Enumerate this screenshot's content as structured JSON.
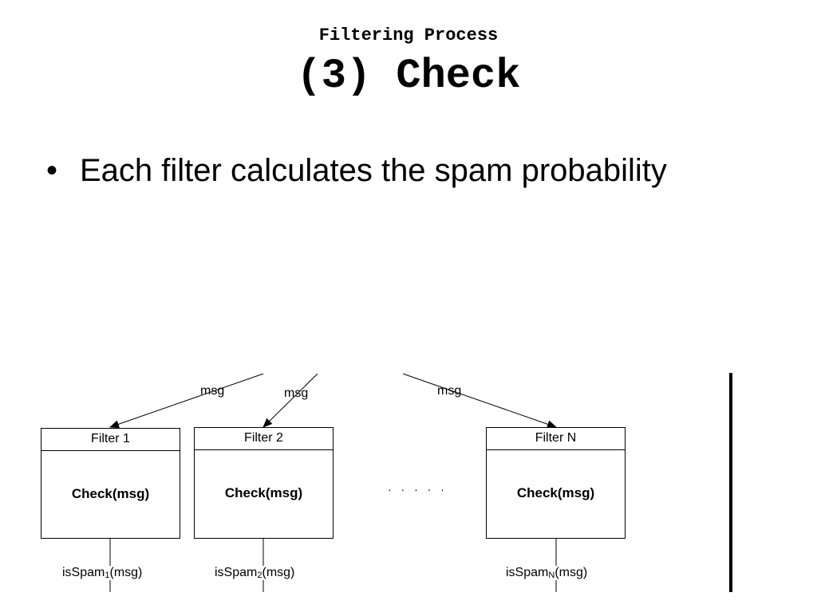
{
  "header": {
    "subtitle": "Filtering Process",
    "title": "(3) Check"
  },
  "bullets": [
    "Each filter calculates the spam probability"
  ],
  "diagram": {
    "input_labels": [
      "msg",
      "msg",
      "msg"
    ],
    "filters": [
      {
        "name": "Filter 1",
        "method": "Check(msg)",
        "output_base": "isSpam",
        "output_sub": "1",
        "output_arg": "(msg)"
      },
      {
        "name": "Filter 2",
        "method": "Check(msg)",
        "output_base": "isSpam",
        "output_sub": "2",
        "output_arg": "(msg)"
      },
      {
        "name": "Filter N",
        "method": "Check(msg)",
        "output_base": "isSpam",
        "output_sub": "N",
        "output_arg": "(msg)"
      }
    ],
    "ellipsis": "· · · · ·"
  }
}
